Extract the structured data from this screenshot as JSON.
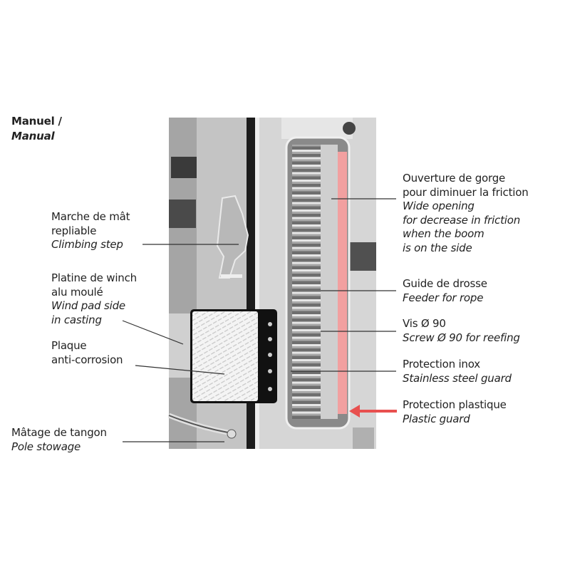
{
  "title": {
    "fr": "Manuel /",
    "en": "Manual"
  },
  "labels_left": [
    {
      "fr": [
        "Marche de mât",
        "repliable"
      ],
      "en": [
        "Climbing step"
      ]
    },
    {
      "fr": [
        "Platine de winch",
        "alu moulé"
      ],
      "en": [
        "Wind pad side",
        "in casting"
      ]
    },
    {
      "fr": [
        "Plaque",
        "anti-corrosion"
      ],
      "en": []
    },
    {
      "fr": [
        "Mâtage de tangon"
      ],
      "en": [
        "Pole stowage"
      ]
    }
  ],
  "labels_right": [
    {
      "fr": [
        "Ouverture de gorge",
        "pour diminuer la friction"
      ],
      "en": [
        "Wide opening",
        "for decrease in friction",
        "when the boom",
        "is on the side"
      ]
    },
    {
      "fr": [
        "Guide de drosse"
      ],
      "en": [
        "Feeder for rope"
      ]
    },
    {
      "fr": [
        "Vis Ø 90"
      ],
      "en": [
        "Screw Ø  90 for reefing"
      ]
    },
    {
      "fr": [
        "Protection inox"
      ],
      "en": [
        "Stainless steel guard"
      ]
    },
    {
      "fr": [
        "Protection plastique"
      ],
      "en": [
        "Plastic guard"
      ]
    }
  ],
  "colors": {
    "highlight": "#f2a0a0",
    "arrow": "#e8504f"
  }
}
